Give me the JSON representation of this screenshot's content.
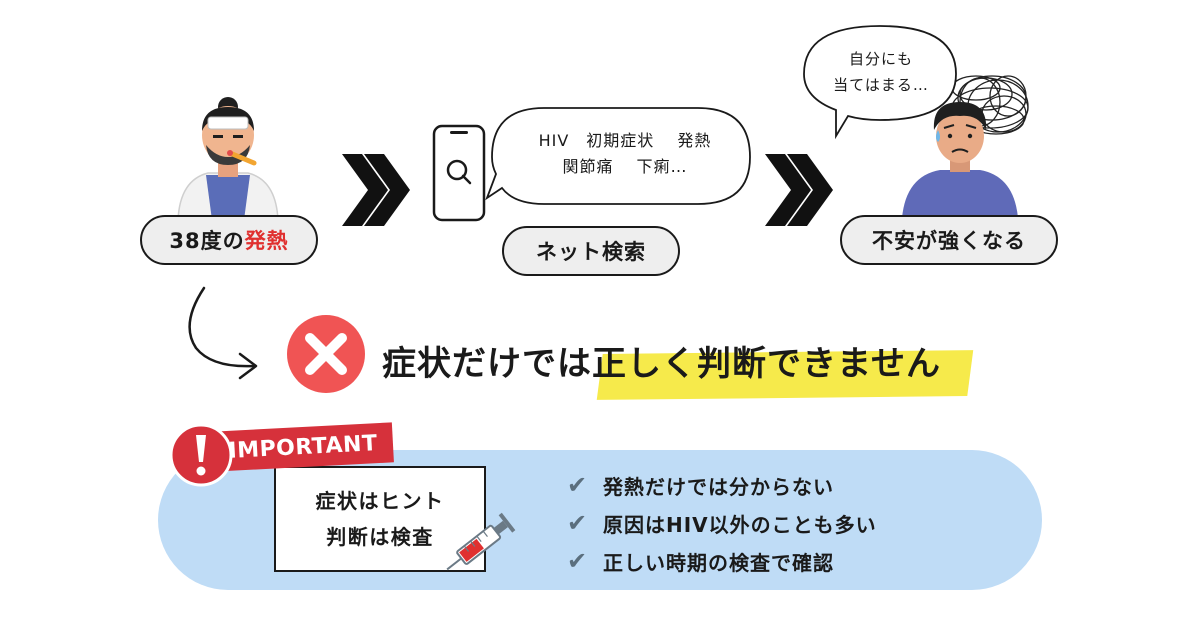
{
  "flow": {
    "step1_label_prefix": "38度の",
    "step1_label_highlight": "発熱",
    "step2_label": "ネット検索",
    "step3_label": "不安が強くなる"
  },
  "search_bubble": {
    "line1": "HIV　初期症状　 発熱",
    "line2": "関節痛　 下痢…"
  },
  "worry_bubble": {
    "line1": "自分にも",
    "line2": "当てはまる…"
  },
  "statement": {
    "plain": "症状だけでは",
    "highlighted": "正しく判断できません"
  },
  "important": {
    "tag": "IMPORTANT",
    "note_line1": "症状はヒント",
    "note_line2": "判断は検査"
  },
  "checklist": [
    {
      "icon": "check-icon",
      "text": "発熱だけでは分からない"
    },
    {
      "icon": "check-icon",
      "text": "原因はHIV以外のことも多い"
    },
    {
      "icon": "check-icon",
      "text": "正しい時期の検査で確認"
    }
  ],
  "colors": {
    "accent_red": "#e0302f",
    "highlight_yellow": "#f6ea4b",
    "panel_blue": "#bfdcf6",
    "tag_red": "#d6313b"
  }
}
